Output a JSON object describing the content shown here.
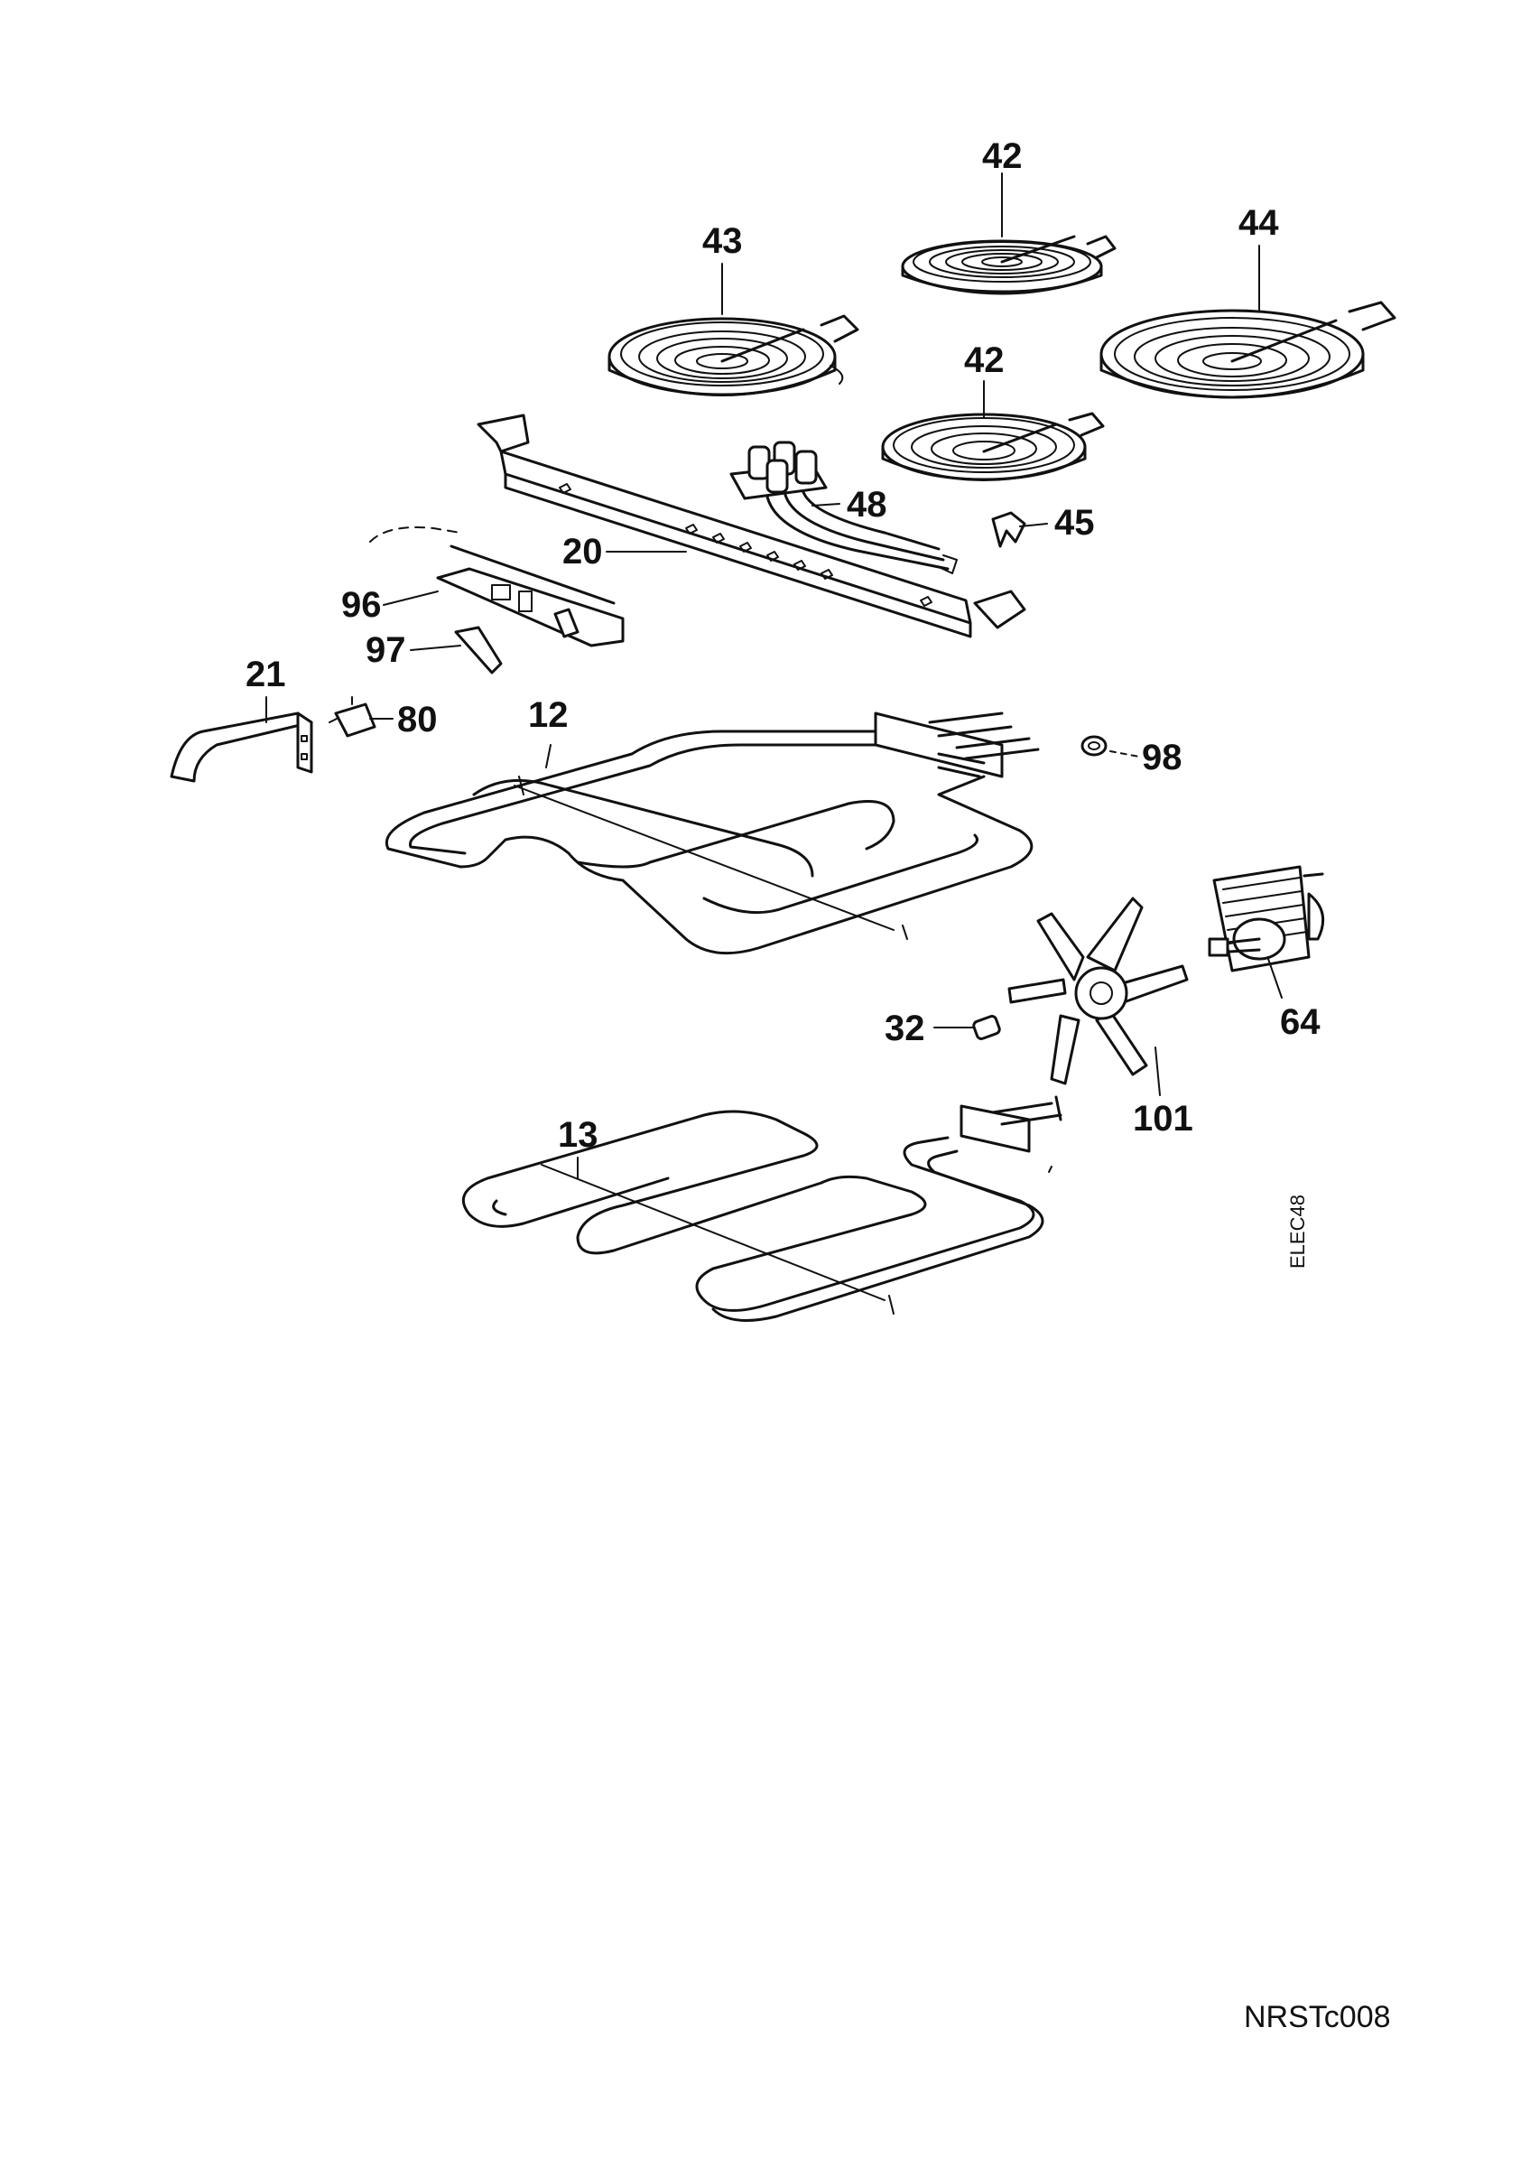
{
  "diagram_code": "ELEC48",
  "page_code": "NRSTc008",
  "parts": [
    {
      "id": "p42a",
      "label": "42"
    },
    {
      "id": "p43",
      "label": "43"
    },
    {
      "id": "p44",
      "label": "44"
    },
    {
      "id": "p42b",
      "label": "42"
    },
    {
      "id": "p48",
      "label": "48"
    },
    {
      "id": "p45",
      "label": "45"
    },
    {
      "id": "p20",
      "label": "20"
    },
    {
      "id": "p96",
      "label": "96"
    },
    {
      "id": "p97",
      "label": "97"
    },
    {
      "id": "p21",
      "label": "21"
    },
    {
      "id": "p80",
      "label": "80"
    },
    {
      "id": "p12",
      "label": "12"
    },
    {
      "id": "p98",
      "label": "98"
    },
    {
      "id": "p32",
      "label": "32"
    },
    {
      "id": "p64",
      "label": "64"
    },
    {
      "id": "p101",
      "label": "101"
    },
    {
      "id": "p13",
      "label": "13"
    }
  ]
}
